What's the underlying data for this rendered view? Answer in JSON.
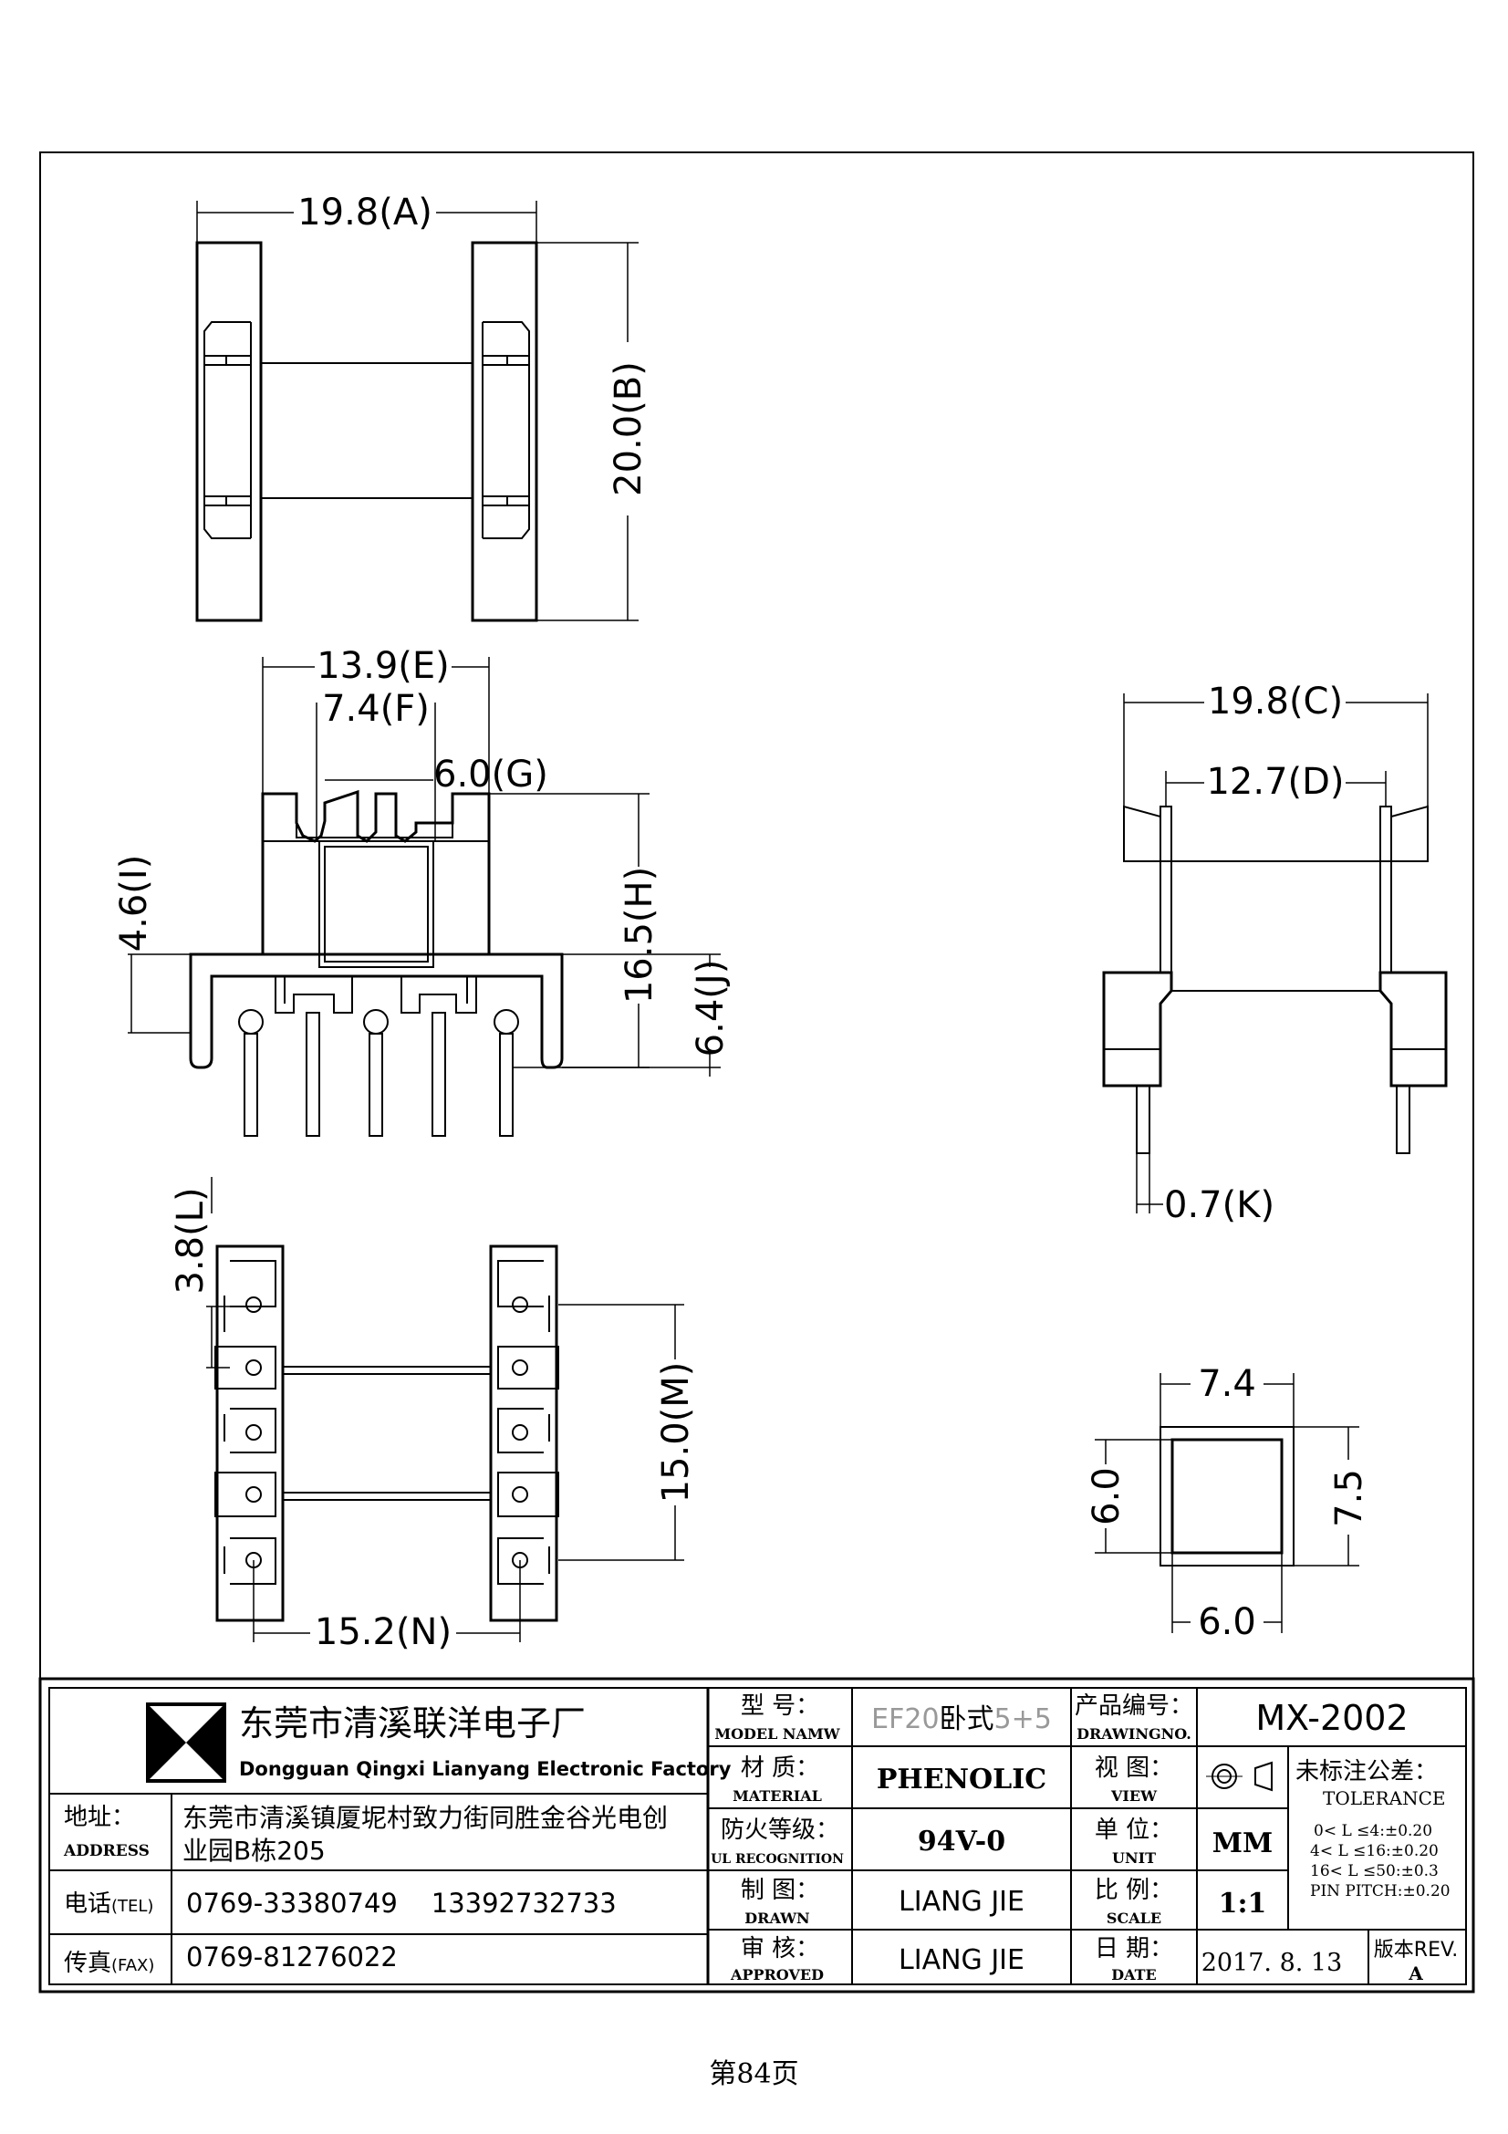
{
  "drawing": {
    "dims": {
      "A": "19.8(A)",
      "B": "20.0(B)",
      "C": "19.8(C)",
      "D": "12.7(D)",
      "E": "13.9(E)",
      "F": "7.4(F)",
      "G": "6.0(G)",
      "H": "16.5(H)",
      "I": "4.6(I)",
      "J": "6.4(J)",
      "K": "0.7(K)",
      "L": "3.8(L)",
      "M": "15.0(M)",
      "N": "15.2(N)",
      "sq_top": "7.4",
      "sq_left": "6.0",
      "sq_right": "7.5",
      "sq_bottom": "6.0"
    }
  },
  "title_block": {
    "company_cn": "东莞市清溪联洋电子厂",
    "company_en": "Dongguan Qingxi Lianyang Electronic Factory",
    "address_label_cn": "地址：",
    "address_label_en": "ADDRESS",
    "address_line1": "东莞市清溪镇厦坭村致力街同胜金谷光电创",
    "address_line2": "业园B栋205",
    "tel_label_cn": "电话",
    "tel_label_en": "(TEL)",
    "tel_value": "0769-33380749    13392732733",
    "fax_label_cn": "传真",
    "fax_label_en": "(FAX)",
    "fax_value": "0769-81276022",
    "model_label_cn": "型  号：",
    "model_label_en": "MODEL NAMW",
    "model_value_a": "EF20",
    "model_value_b": "卧式",
    "model_value_c": "5+5",
    "material_label_cn": "材  质：",
    "material_label_en": "MATERIAL",
    "material_value": "PHENOLIC",
    "ul_label_cn": "防火等级：",
    "ul_label_en": "UL RECOGNITION",
    "ul_value": "94V-0",
    "drawn_label_cn": "制  图：",
    "drawn_label_en": "DRAWN",
    "drawn_value": "LIANG JIE",
    "approved_label_cn": "审  核：",
    "approved_label_en": "APPROVED",
    "approved_value": "LIANG JIE",
    "drawingno_label_cn": "产品编号：",
    "drawingno_label_en": "DRAWINGNO.",
    "drawingno_value": "MX-2002",
    "view_label_cn": "视  图：",
    "view_label_en": "VIEW",
    "unit_label_cn": "单  位：",
    "unit_label_en": "UNIT",
    "unit_value": "MM",
    "scale_label_cn": "比  例：",
    "scale_label_en": "SCALE",
    "scale_value": "1:1",
    "date_label_cn": "日  期：",
    "date_label_en": "DATE",
    "date_value": "2017. 8. 13",
    "tol_title_cn": "未标注公差：",
    "tol_title_en": "TOLERANCE",
    "tol_line1": "0< L ≤4:±0.20",
    "tol_line2": "4< L ≤16:±0.20",
    "tol_line3": "16< L ≤50:±0.3",
    "tol_line4": "PIN PITCH:±0.20",
    "rev_label": "版本REV.",
    "rev_value": "A"
  },
  "footer": {
    "page_label": "第84页"
  }
}
